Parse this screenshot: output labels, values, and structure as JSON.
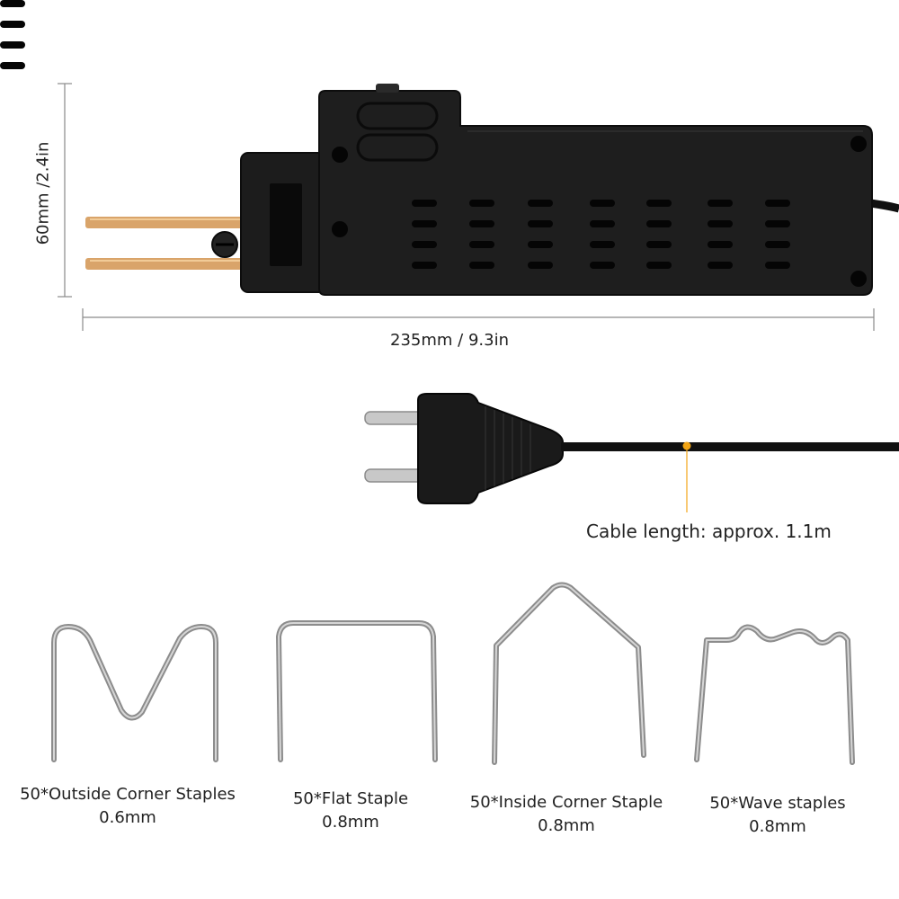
{
  "dimensions": {
    "height": "60mm /2.4in",
    "length": "235mm / 9.3in"
  },
  "cable": {
    "label": "Cable length: approx. 1.1m"
  },
  "staples": [
    {
      "name": "50*Outside Corner Staples",
      "size": "0.6mm"
    },
    {
      "name": "50*Flat Staple",
      "size": "0.8mm"
    },
    {
      "name": "50*Inside Corner Staple",
      "size": "0.8mm"
    },
    {
      "name": "50*Wave staples",
      "size": "0.8mm"
    }
  ],
  "colors": {
    "device": "#1c1c1c",
    "device_edge": "#0d0d0d",
    "vents": "#050505",
    "copper": "#d9a46a",
    "wire": "#9a9a9a",
    "marker": "#f2a516",
    "dim_line": "#8a8a8a"
  }
}
